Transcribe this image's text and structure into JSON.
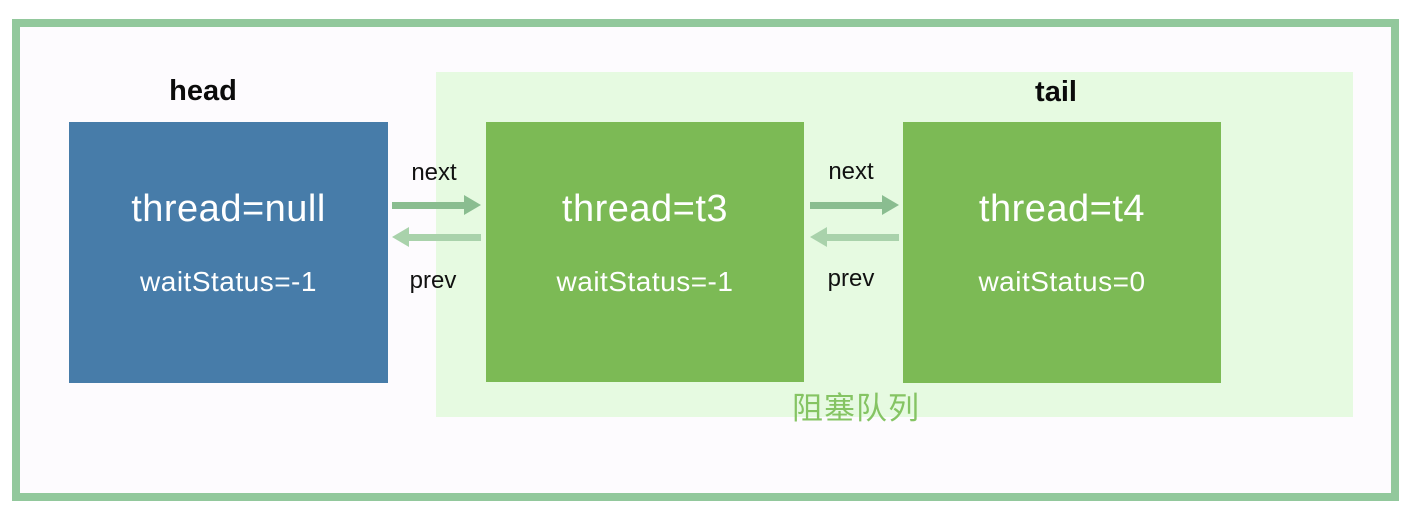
{
  "diagram": {
    "title_labels": {
      "head": "head",
      "tail": "tail"
    },
    "nodes": [
      {
        "role": "head",
        "thread": "thread=null",
        "wait_status": "waitStatus=-1",
        "color": "#477ca9"
      },
      {
        "role": "",
        "thread": "thread=t3",
        "wait_status": "waitStatus=-1",
        "color": "#7cba55"
      },
      {
        "role": "tail",
        "thread": "thread=t4",
        "wait_status": "waitStatus=0",
        "color": "#7cba55"
      }
    ],
    "pointer_labels": {
      "next": "next",
      "prev": "prev"
    },
    "queue_label": "阻塞队列",
    "colors": {
      "frame_border": "#92c89c",
      "frame_background": "#fdfbfe",
      "panel_background": "#e6fae1",
      "head_node": "#477ca9",
      "queue_node": "#7cba55",
      "next_arrow": "#8abd90",
      "prev_arrow": "#a9d2ab",
      "queue_label_text": "#85c463",
      "node_text": "#ffffff",
      "label_text": "#0b0b0b"
    }
  }
}
